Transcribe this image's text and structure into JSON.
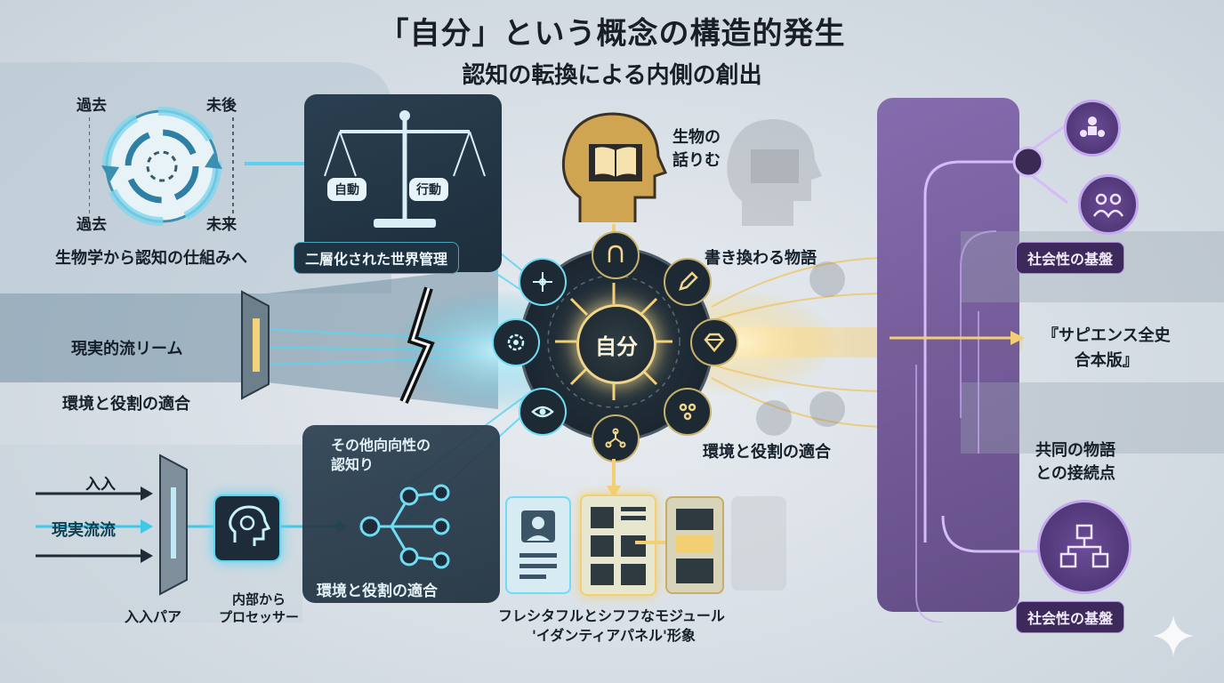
{
  "header": {
    "title": "「自分」という概念の構造的発生",
    "subtitle": "認知の転換による内側の創出"
  },
  "cycle": {
    "past_top": "過去",
    "future_top": "未後",
    "past_bottom": "過去",
    "future_bottom": "未来",
    "caption": "生物学から認知の仕組みへ"
  },
  "scales": {
    "left_pan": "自動",
    "right_pan": "行動",
    "caption": "二層化された世界管理"
  },
  "stream": {
    "label_top": "現実的流リーム",
    "label_bottom": "環境と役割の適合"
  },
  "input": {
    "label_in": "入入",
    "label_flow": "現実流流",
    "label_panel": "入入パア",
    "processor_line1": "内部から",
    "processor_line2": "プロセッサー"
  },
  "network_panel": {
    "title_line1": "その他向向性の",
    "title_line2": "認知り",
    "caption": "環境と役割の適合"
  },
  "head": {
    "label_line1": "生物の",
    "label_line2": "話りむ"
  },
  "core": {
    "label": "自分",
    "right_top_label": "書き換わる物語",
    "right_bottom_label": "環境と役割の適合"
  },
  "modules": {
    "caption_line1": "フレシタフルとシフフなモジュール",
    "caption_line2": "'イダンティアパネル'形象"
  },
  "social": {
    "top_label": "社会性の基盤",
    "arrow_line1": "『サピエンス全史",
    "arrow_line2": "合本版』",
    "story_line1": "共同の物語",
    "story_line2": "との接続点",
    "bottom_label": "社会性の基盤"
  },
  "colors": {
    "teal": "#4fd3ee",
    "gold": "#f2cf73",
    "purple": "#8b6bbd"
  }
}
